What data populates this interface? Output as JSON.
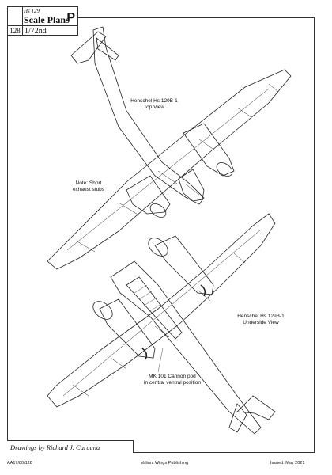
{
  "header": {
    "subtitle": "Hs 129",
    "title": "Scale Plans",
    "letter": "P",
    "page_number": "128",
    "scale": "1/72nd"
  },
  "labels": {
    "top_view_line1": "Henschel Hs 129B-1",
    "top_view_line2": "Top View",
    "under_view_line1": "Henschel Hs 129B-1",
    "under_view_line2": "Underside View",
    "note_line1": "Note: Short",
    "note_line2": "exhaust stubs",
    "cannon_line1": "MK 101 Cannon pod",
    "cannon_line2": "in central ventral position"
  },
  "credit": "Drawings by Richard J. Caruana",
  "footer": {
    "left": "AA17/80/128",
    "center": "Valiant Wings Publishing",
    "right": "Issued: May 2021"
  }
}
